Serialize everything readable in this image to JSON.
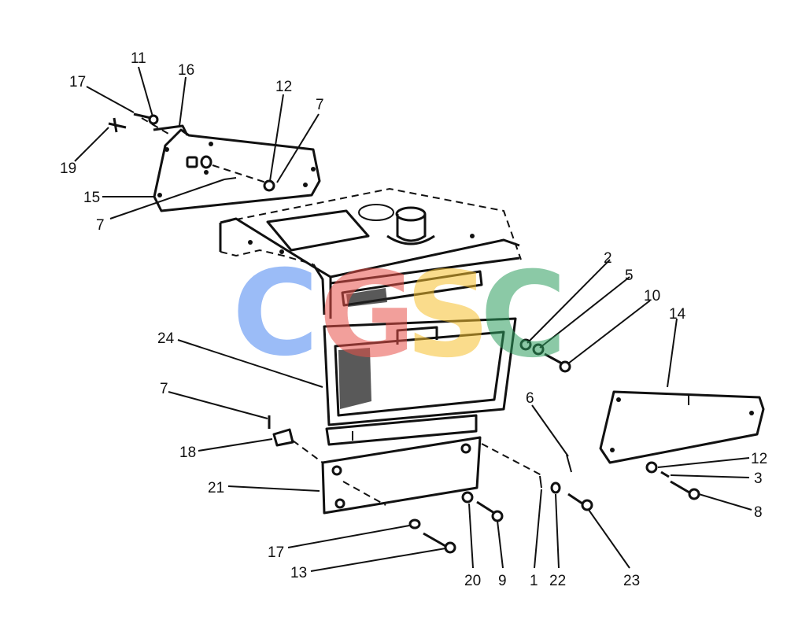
{
  "callouts": [
    {
      "id": "c11",
      "text": "11"
    },
    {
      "id": "c16",
      "text": "16"
    },
    {
      "id": "c17a",
      "text": "17"
    },
    {
      "id": "c12a",
      "text": "12"
    },
    {
      "id": "c7a",
      "text": "7"
    },
    {
      "id": "c19",
      "text": "19"
    },
    {
      "id": "c15",
      "text": "15"
    },
    {
      "id": "c7b",
      "text": "7"
    },
    {
      "id": "c2",
      "text": "2"
    },
    {
      "id": "c5",
      "text": "5"
    },
    {
      "id": "c10",
      "text": "10"
    },
    {
      "id": "c14",
      "text": "14"
    },
    {
      "id": "c24",
      "text": "24"
    },
    {
      "id": "c7c",
      "text": "7"
    },
    {
      "id": "c6",
      "text": "6"
    },
    {
      "id": "c18",
      "text": "18"
    },
    {
      "id": "c12b",
      "text": "12"
    },
    {
      "id": "c3",
      "text": "3"
    },
    {
      "id": "c21",
      "text": "21"
    },
    {
      "id": "c8",
      "text": "8"
    },
    {
      "id": "c17b",
      "text": "17"
    },
    {
      "id": "c13",
      "text": "13"
    },
    {
      "id": "c20",
      "text": "20"
    },
    {
      "id": "c9",
      "text": "9"
    },
    {
      "id": "c1",
      "text": "1"
    },
    {
      "id": "c22",
      "text": "22"
    },
    {
      "id": "c23",
      "text": "23"
    }
  ],
  "watermark": {
    "letters": [
      "C",
      "G",
      "S",
      "C"
    ],
    "colors": [
      "#4a86f2",
      "#e8524a",
      "#f6c12f",
      "#2e9e5e"
    ]
  }
}
